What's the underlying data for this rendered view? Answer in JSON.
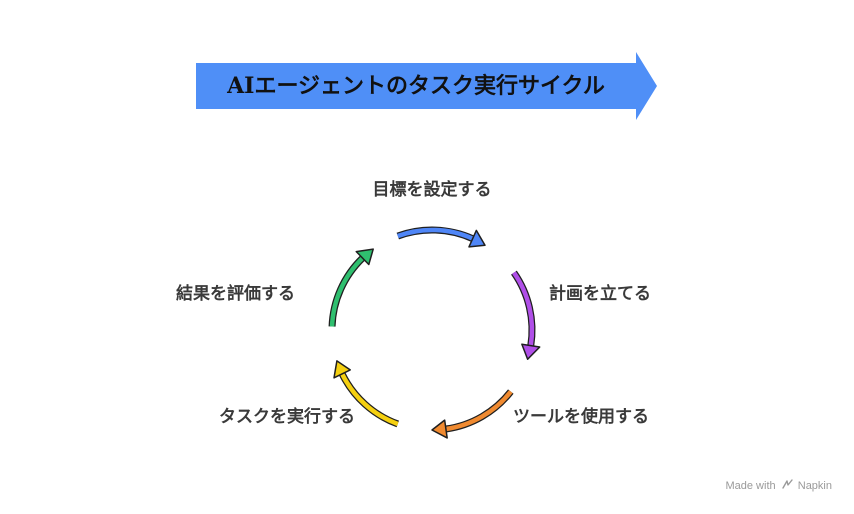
{
  "title": "AIエージェントのタスク実行サイクル",
  "steps": [
    {
      "label": "目標を設定する",
      "color": "#4f86f7"
    },
    {
      "label": "計画を立てる",
      "color": "#b04fe8"
    },
    {
      "label": "ツールを使用する",
      "color": "#f08a30"
    },
    {
      "label": "タスクを実行する",
      "color": "#f5d010"
    },
    {
      "label": "結果を評価する",
      "color": "#2fbf6f"
    }
  ],
  "banner_color": "#4f8ff7",
  "watermark": {
    "prefix": "Made with",
    "brand": "Napkin"
  }
}
